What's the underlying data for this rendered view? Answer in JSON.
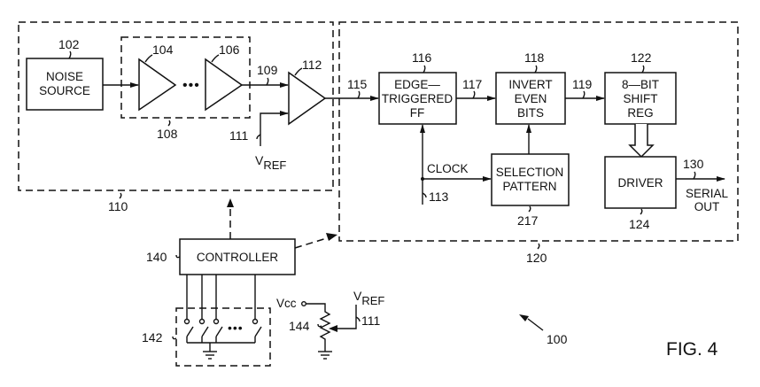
{
  "figure": {
    "label": "FIG. 4",
    "system_ref": "100"
  },
  "groups": {
    "noise_stage": {
      "ref": "110"
    },
    "amplifier_chain": {
      "ref": "108"
    },
    "digital_stage": {
      "ref": "120"
    },
    "switch_bank": {
      "ref": "142"
    }
  },
  "blocks": {
    "noise_source": {
      "ref": "102",
      "lines": [
        "NOISE",
        "SOURCE"
      ]
    },
    "edge_ff": {
      "ref": "116",
      "lines": [
        "EDGE—",
        "TRIGGERED",
        "FF"
      ]
    },
    "invert_even": {
      "ref": "118",
      "lines": [
        "INVERT",
        "EVEN",
        "BITS"
      ]
    },
    "shift_reg": {
      "ref": "122",
      "lines": [
        "8—BIT",
        "SHIFT",
        "REG"
      ]
    },
    "selection": {
      "ref": "217",
      "lines": [
        "SELECTION",
        "PATTERN"
      ]
    },
    "driver": {
      "ref": "124",
      "lines": [
        "DRIVER"
      ]
    },
    "controller": {
      "ref": "140",
      "lines": [
        "CONTROLLER"
      ]
    }
  },
  "amplifiers": {
    "first": {
      "ref": "104"
    },
    "last": {
      "ref": "106"
    },
    "comparator": {
      "ref": "112"
    },
    "ellipsis": "•••"
  },
  "signals": {
    "s109": "109",
    "s111": "111",
    "s113": "113",
    "s115": "115",
    "s117": "117",
    "s119": "119",
    "s130": "130",
    "clock": "CLOCK",
    "vref_main": "V",
    "vref_sub": "REF",
    "serial_out": [
      "SERIAL",
      "OUT"
    ],
    "vcc": "Vcc"
  },
  "bias": {
    "pot_ref": "144",
    "vref_ref": "111",
    "vref_main": "V",
    "vref_sub": "REF"
  },
  "switches": {
    "ellipsis": "•••"
  }
}
